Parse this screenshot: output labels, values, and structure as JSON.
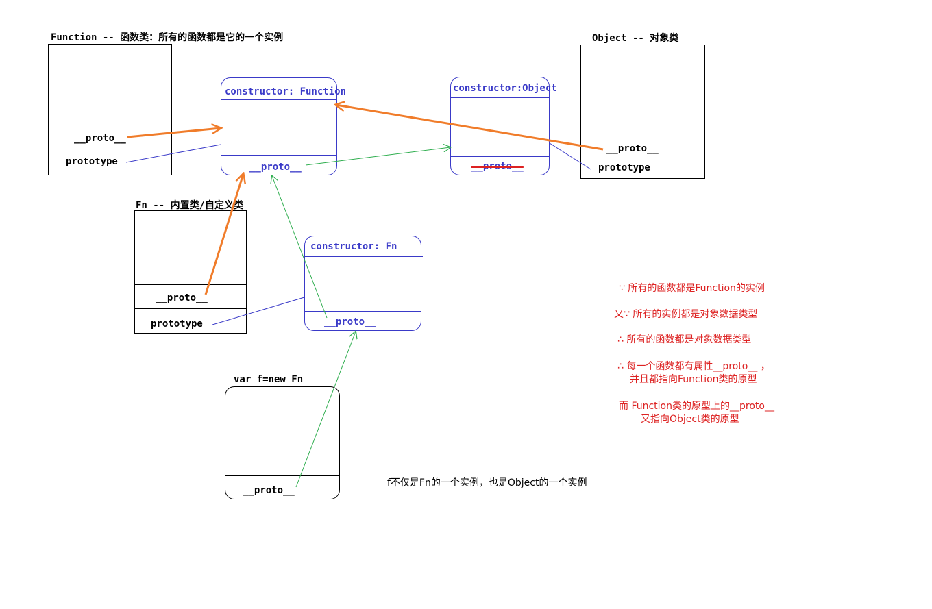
{
  "function_class": {
    "title": "Function -- 函数类：所有的函数都是它的一个实例",
    "proto": "__proto__",
    "prototype": "prototype"
  },
  "object_class": {
    "title": "Object -- 对象类",
    "proto": "__proto__",
    "prototype": "prototype"
  },
  "fn_class": {
    "title": "Fn -- 内置类/自定义类",
    "proto": "__proto__",
    "prototype": "prototype"
  },
  "function_prototype": {
    "constructor": "constructor: Function",
    "proto": "__proto__"
  },
  "object_prototype": {
    "constructor": "constructor:Object",
    "proto": "__proto__"
  },
  "fn_prototype": {
    "constructor": "constructor: Fn",
    "proto": "__proto__"
  },
  "instance": {
    "title": "var f=new Fn",
    "proto": "__proto__"
  },
  "notes": {
    "line1": "∵ 所有的函数都是Function的实例",
    "line2": "又∵ 所有的实例都是对象数据类型",
    "line3": "∴ 所有的函数都是对象数据类型",
    "line4a": "∴ 每一个函数都有属性__proto__ ，",
    "line4b": "并且都指向Function类的原型",
    "line5a": "而  Function类的原型上的__proto__",
    "line5b": "又指向Object类的原型"
  },
  "caption": "f不仅是Fn的一个实例，也是Object的一个实例",
  "colors": {
    "orange_arrow": "#f07c2a",
    "green_arrow": "#2fae4f",
    "blue_line": "#3a3ac8",
    "note_red": "#dd2222",
    "strike_red": "#dd2222"
  }
}
